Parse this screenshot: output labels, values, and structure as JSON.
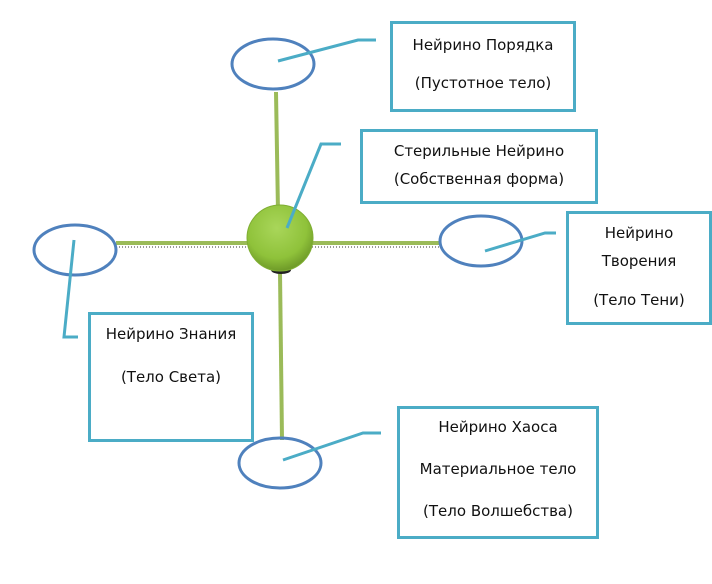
{
  "colors": {
    "box_border": "#4BACC6",
    "callout_line": "#4BACC6",
    "ellipse_stroke": "#4F81BD",
    "axis_line": "#9BBB59",
    "center_node": "#92C83E"
  },
  "center": {
    "label_line1": "Стерильные Нейрино",
    "label_line2": "(Собственная форма)"
  },
  "nodes": {
    "order": {
      "line1": "Нейрино Порядка",
      "line2": "(Пустотное тело)"
    },
    "creation": {
      "line1": "Нейрино",
      "line2": "Творения",
      "line3": "(Тело Тени)"
    },
    "knowledge": {
      "line1": "Нейрино Знания",
      "line2": "(Тело Света)"
    },
    "chaos": {
      "line1": "Нейрино Хаоса",
      "line2": "Материальное тело",
      "line3": "(Тело Волшебства)"
    }
  }
}
